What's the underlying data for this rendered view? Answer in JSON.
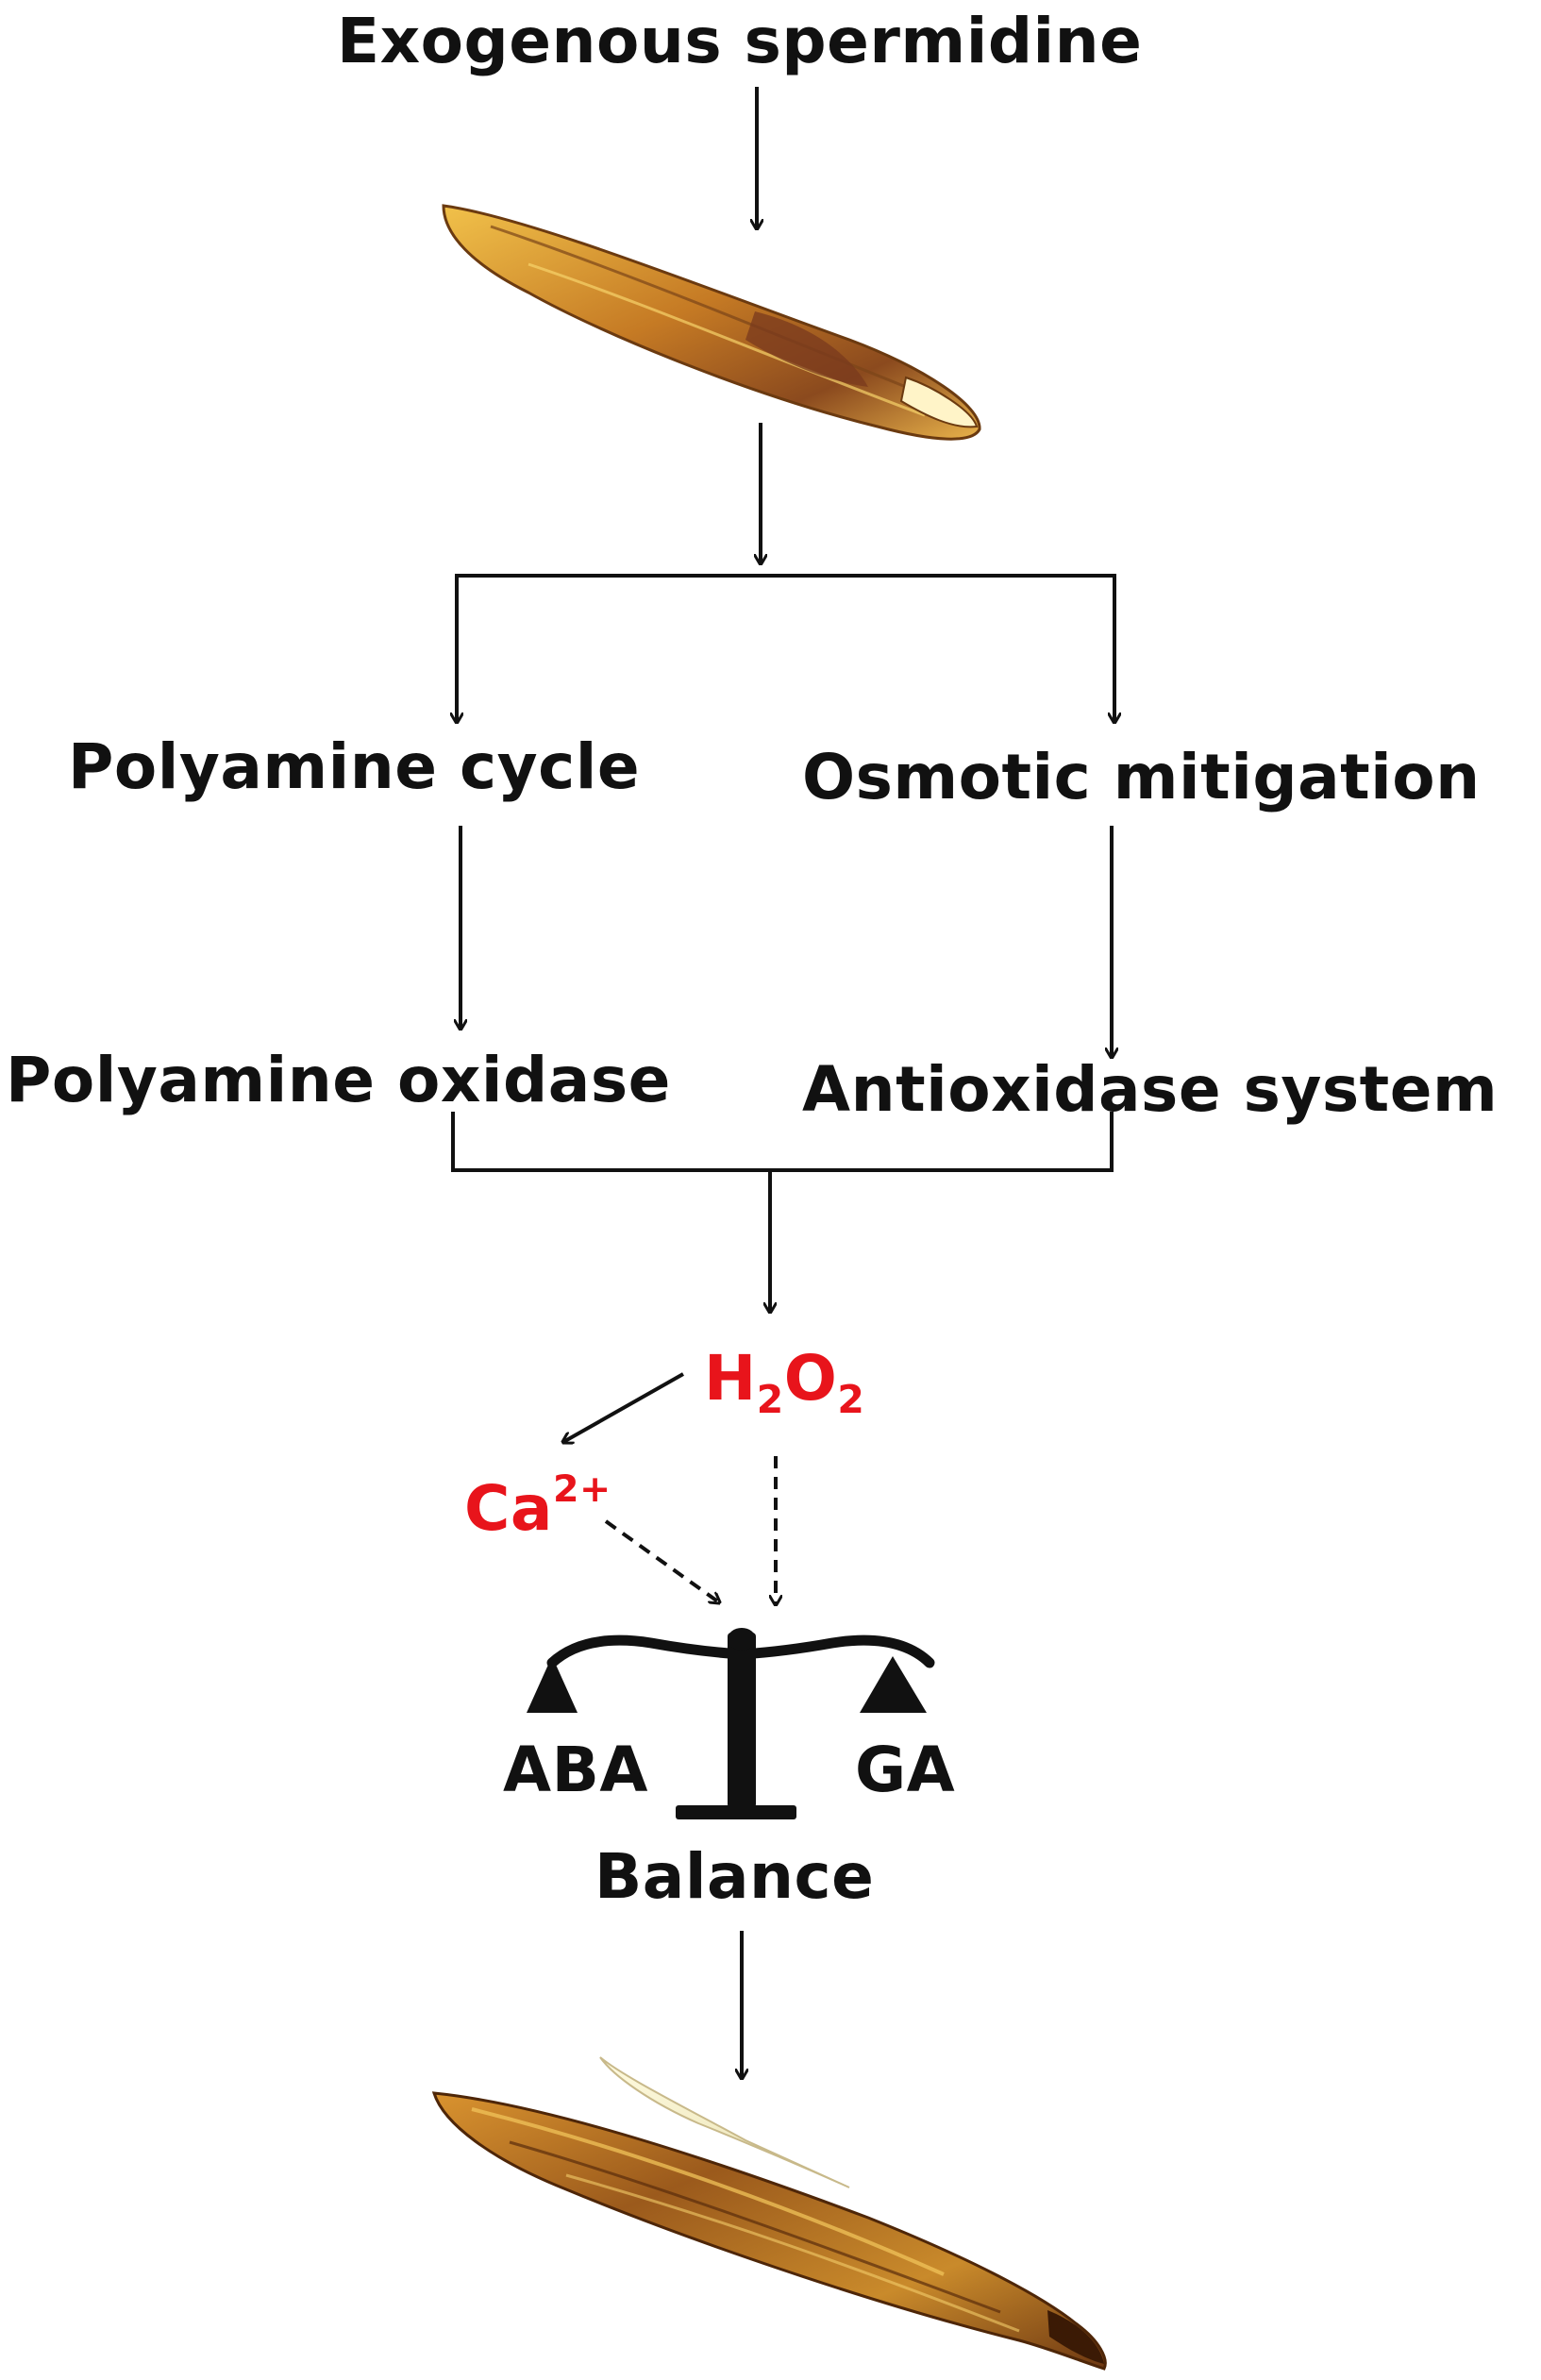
{
  "nodes": {
    "spermidine": "Exogenous spermidine",
    "polyamine_cycle": "Polyamine cycle",
    "osmotic_mitigation": "Osmotic mitigation",
    "polyamine_oxidase": "Polyamine oxidase",
    "antioxidase_system": "Antioxidase system",
    "h2o2": {
      "h": "H",
      "sub1": "2",
      "o": "O",
      "sub2": "2"
    },
    "calcium": {
      "base": "Ca",
      "sup": "2+"
    },
    "aba": "ABA",
    "ga": "GA",
    "balance": "Balance"
  },
  "images": {
    "seed_top": "dormant-seed",
    "seed_bottom": "germinating-seed"
  },
  "colors": {
    "text": "#111111",
    "signal": "#e8141b",
    "line": "#111111"
  }
}
